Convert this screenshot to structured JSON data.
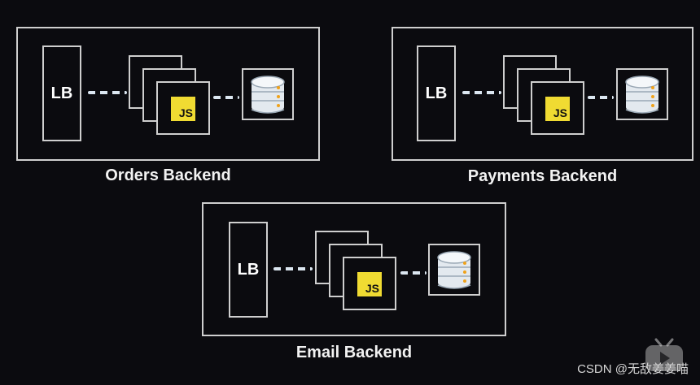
{
  "diagram": {
    "services": [
      {
        "lb_label": "LB",
        "runtime_badge": "JS",
        "caption": "Orders Backend"
      },
      {
        "lb_label": "LB",
        "runtime_badge": "JS",
        "caption": "Payments Backend"
      },
      {
        "lb_label": "LB",
        "runtime_badge": "JS",
        "caption": "Email Backend"
      }
    ]
  },
  "watermark": {
    "text": "CSDN @无敌姜姜喵"
  },
  "icons": {
    "database": "database-icon",
    "player_logo": "tv-logo-icon"
  },
  "colors": {
    "background": "#0b0b0f",
    "js_yellow": "#f0db32",
    "border": "#cfcfcf"
  }
}
